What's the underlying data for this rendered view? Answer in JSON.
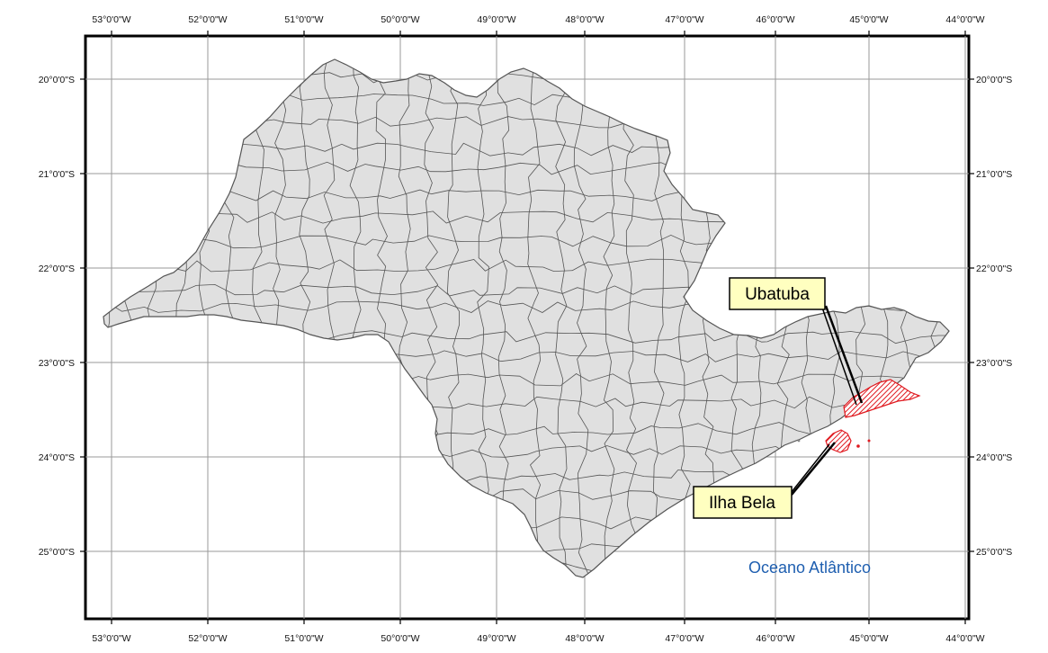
{
  "map": {
    "lon_labels": [
      "53°0'0\"W",
      "52°0'0\"W",
      "51°0'0\"W",
      "50°0'0\"W",
      "49°0'0\"W",
      "48°0'0\"W",
      "47°0'0\"W",
      "46°0'0\"W",
      "45°0'0\"W",
      "44°0'0\"W"
    ],
    "lat_labels": [
      "20°0'0\"S",
      "21°0'0\"S",
      "22°0'0\"S",
      "23°0'0\"S",
      "24°0'0\"S",
      "25°0'0\"S"
    ],
    "callouts": {
      "ubatuba": "Ubatuba",
      "ilhabela": "Ilha Bela"
    },
    "ocean_label": "Oceano Atlântico",
    "colors": {
      "state_fill": "#e0e0e0",
      "municipality_border": "#555555",
      "graticule": "#9a9a9a",
      "highlight": "#e0191f",
      "ocean_text": "#1f5fb0",
      "callout_fill": "#ffffc0"
    }
  }
}
